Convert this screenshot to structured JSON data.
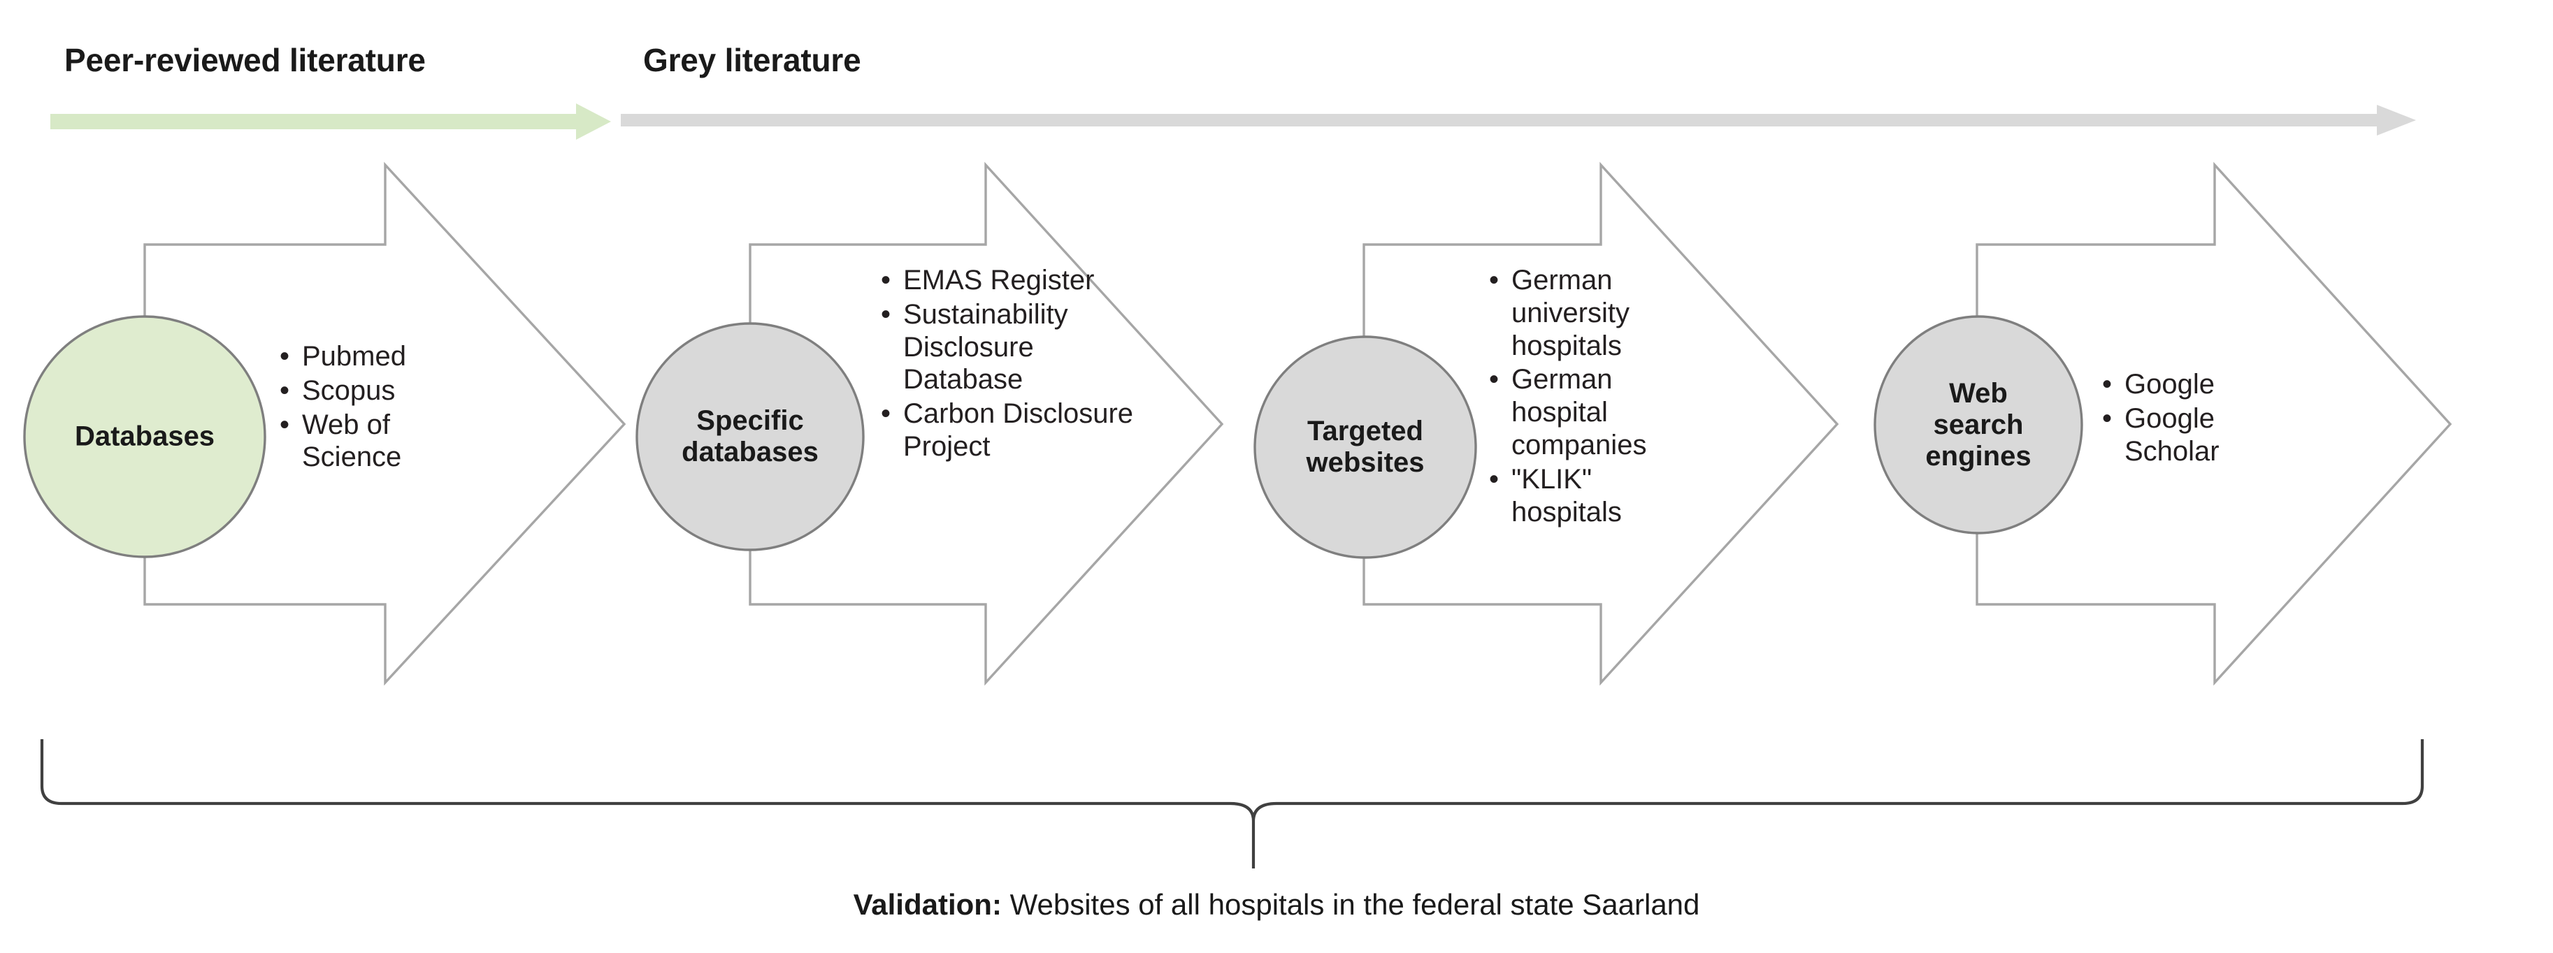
{
  "figure": {
    "title": "Literature search strategy flow",
    "categories": [
      {
        "id": "peer-reviewed",
        "label": "Peer-reviewed literature",
        "arrow_color": "#d7e9c6"
      },
      {
        "id": "grey",
        "label": "Grey literature",
        "arrow_color": "#d9d9d9"
      }
    ],
    "stages": [
      {
        "id": "databases",
        "node_label": "Databases",
        "node_fill": "#dfeccf",
        "node_stroke": "#7f7f7f",
        "items": [
          "Pubmed",
          "Scopus",
          "Web of Science"
        ]
      },
      {
        "id": "specific-databases",
        "node_label": "Specific\ndatabases",
        "node_fill": "#d9d9d9",
        "node_stroke": "#7f7f7f",
        "items": [
          "EMAS Register",
          "Sustainability Disclosure Database",
          "Carbon Disclosure Project"
        ]
      },
      {
        "id": "targeted-websites",
        "node_label": "Targeted\nwebsites",
        "node_fill": "#d9d9d9",
        "node_stroke": "#7f7f7f",
        "items": [
          "German university hospitals",
          "German hospital companies",
          "\"KLIK\" hospitals"
        ]
      },
      {
        "id": "web-search-engines",
        "node_label": "Web\nsearch\nengines",
        "node_fill": "#d9d9d9",
        "node_stroke": "#7f7f7f",
        "items": [
          "Google",
          "Google Scholar"
        ]
      }
    ],
    "validation": {
      "lead": "Validation:",
      "text": " Websites of all hospitals in the federal state Saarland"
    },
    "colors": {
      "chevron_stroke": "#a6a6a6",
      "brace_stroke": "#404040",
      "text": "#231f20",
      "green_arrow": "#d7e9c6",
      "grey_arrow": "#d9d9d9"
    }
  }
}
